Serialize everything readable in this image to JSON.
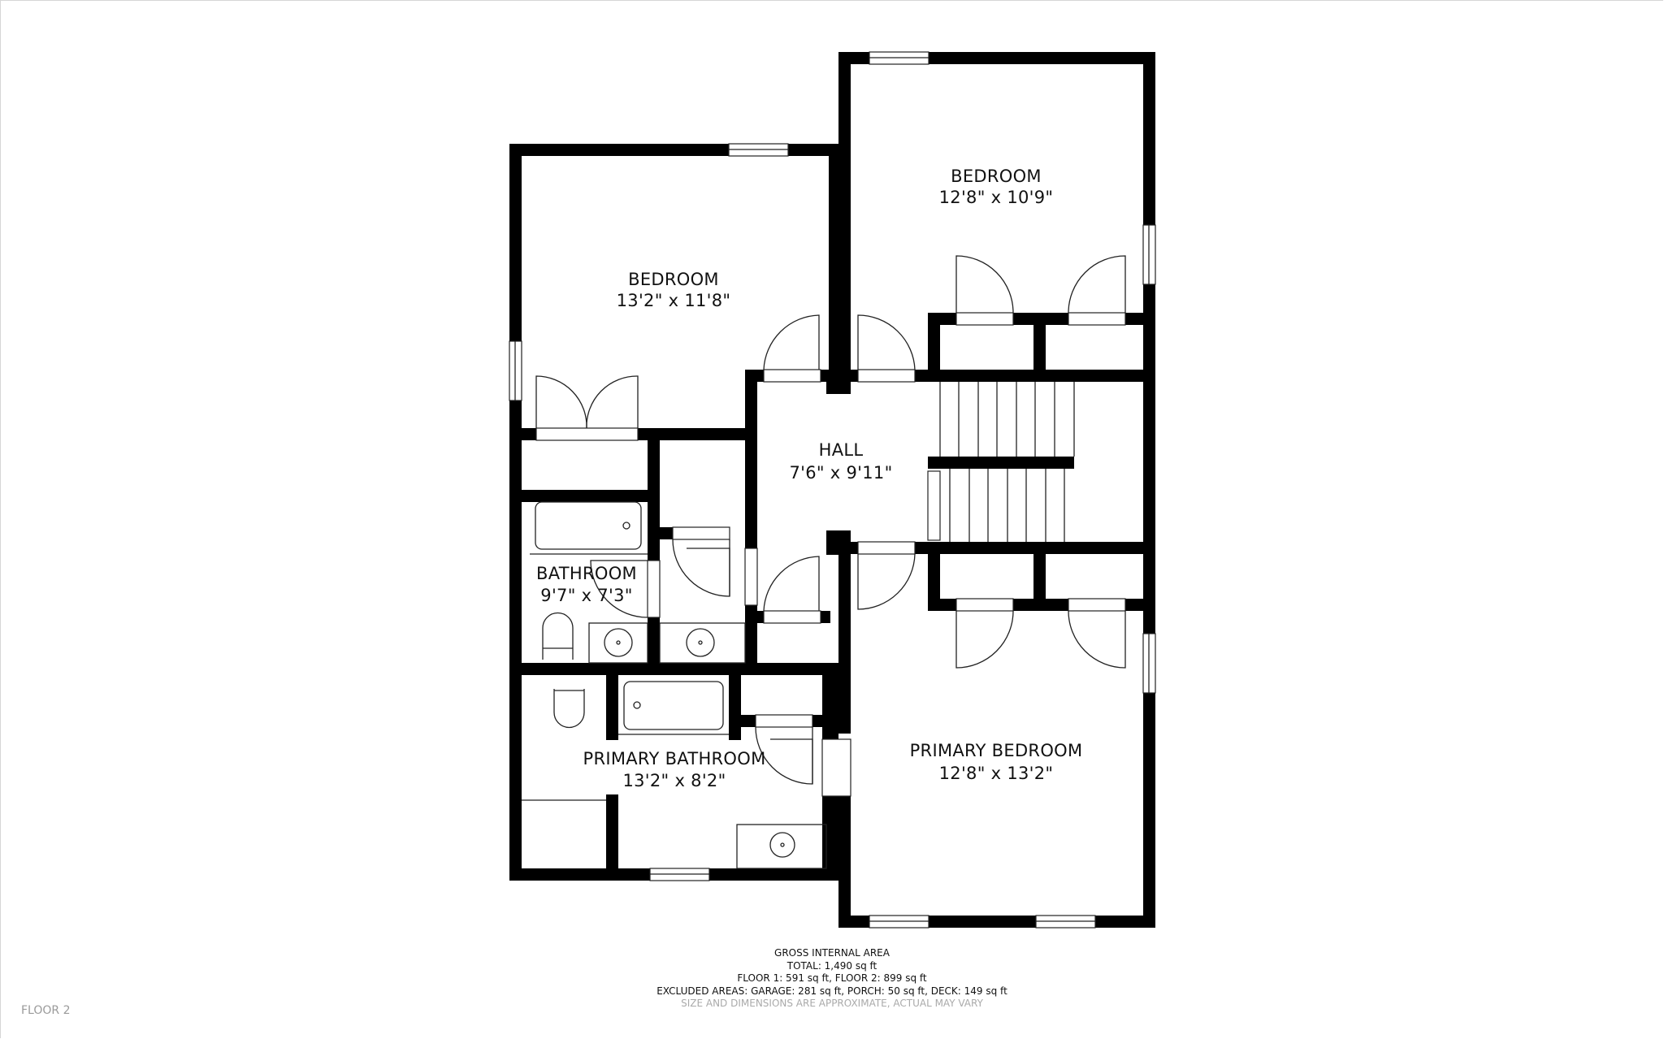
{
  "floor_label": "FLOOR 2",
  "rooms": [
    {
      "name": "BEDROOM",
      "dimensions": "13'2\" x 11'8\""
    },
    {
      "name": "BEDROOM",
      "dimensions": "12'8\" x 10'9\""
    },
    {
      "name": "HALL",
      "dimensions": "7'6\" x 9'11\""
    },
    {
      "name": "BATHROOM",
      "dimensions": "9'7\" x 7'3\""
    },
    {
      "name": "PRIMARY BATHROOM",
      "dimensions": "13'2\" x 8'2\""
    },
    {
      "name": "PRIMARY BEDROOM",
      "dimensions": "12'8\" x 13'2\""
    }
  ],
  "area_summary": {
    "title": "GROSS INTERNAL AREA",
    "total": "TOTAL: 1,490 sq ft",
    "floors": "FLOOR 1: 591 sq ft, FLOOR 2: 899 sq ft",
    "excluded": "EXCLUDED AREAS: GARAGE: 281 sq ft, PORCH: 50 sq ft, DECK: 149 sq ft",
    "disclaimer": "SIZE AND DIMENSIONS ARE APPROXIMATE, ACTUAL MAY VARY"
  },
  "colors": {
    "wall": "#000000",
    "background": "#ffffff",
    "disclaimer": "#aaaaaa",
    "floor_label": "#9a9a9a"
  }
}
